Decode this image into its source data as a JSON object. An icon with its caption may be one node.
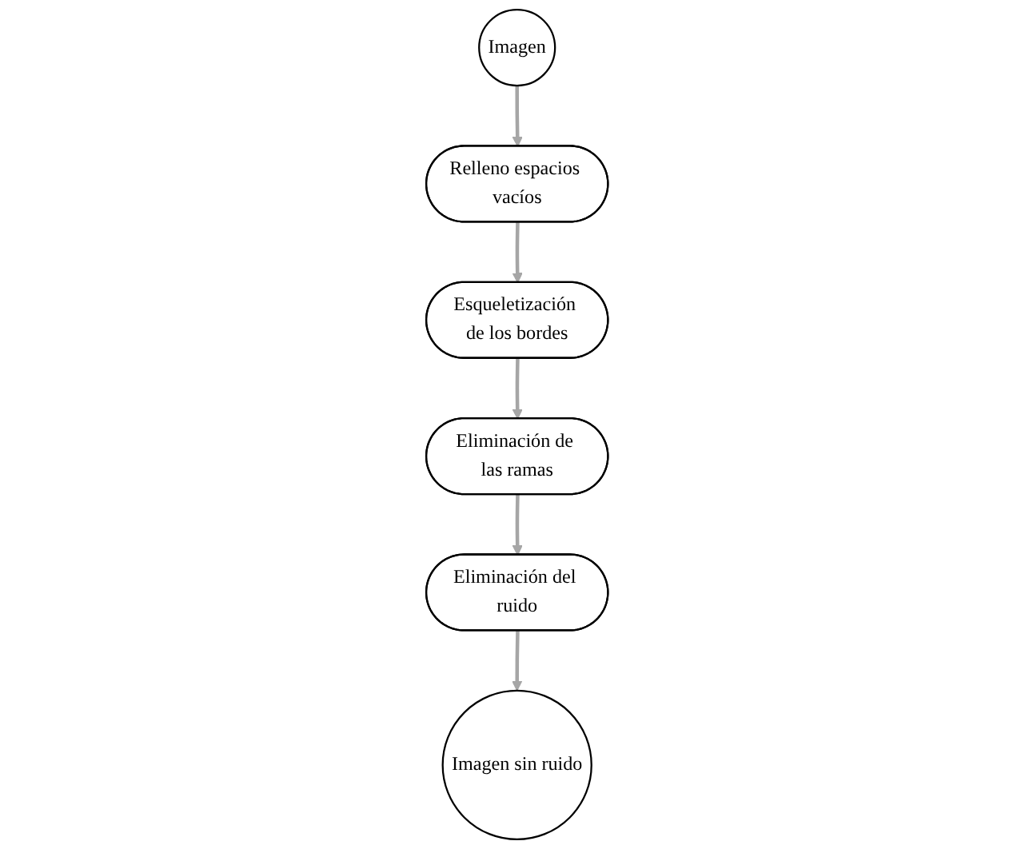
{
  "diagram": {
    "nodes": [
      {
        "text": [
          "Imagen"
        ]
      },
      {
        "text": [
          "Relleno espacios vacíos"
        ]
      },
      {
        "text": [
          "Esqueletización de los bordes"
        ]
      },
      {
        "text": [
          "Eliminación de las ramas"
        ]
      },
      {
        "text": [
          "Eliminación del ruido"
        ]
      },
      {
        "text": [
          "Imagen sin ruido"
        ]
      }
    ],
    "edges": [
      {
        "from": 0,
        "to": 1,
        "arrow": "to"
      },
      {
        "from": 1,
        "to": 2,
        "arrow": "to"
      },
      {
        "from": 2,
        "to": 3,
        "arrow": "to"
      },
      {
        "from": 3,
        "to": 4,
        "arrow": "to"
      },
      {
        "from": 4,
        "to": 5,
        "arrow": "to"
      }
    ]
  }
}
